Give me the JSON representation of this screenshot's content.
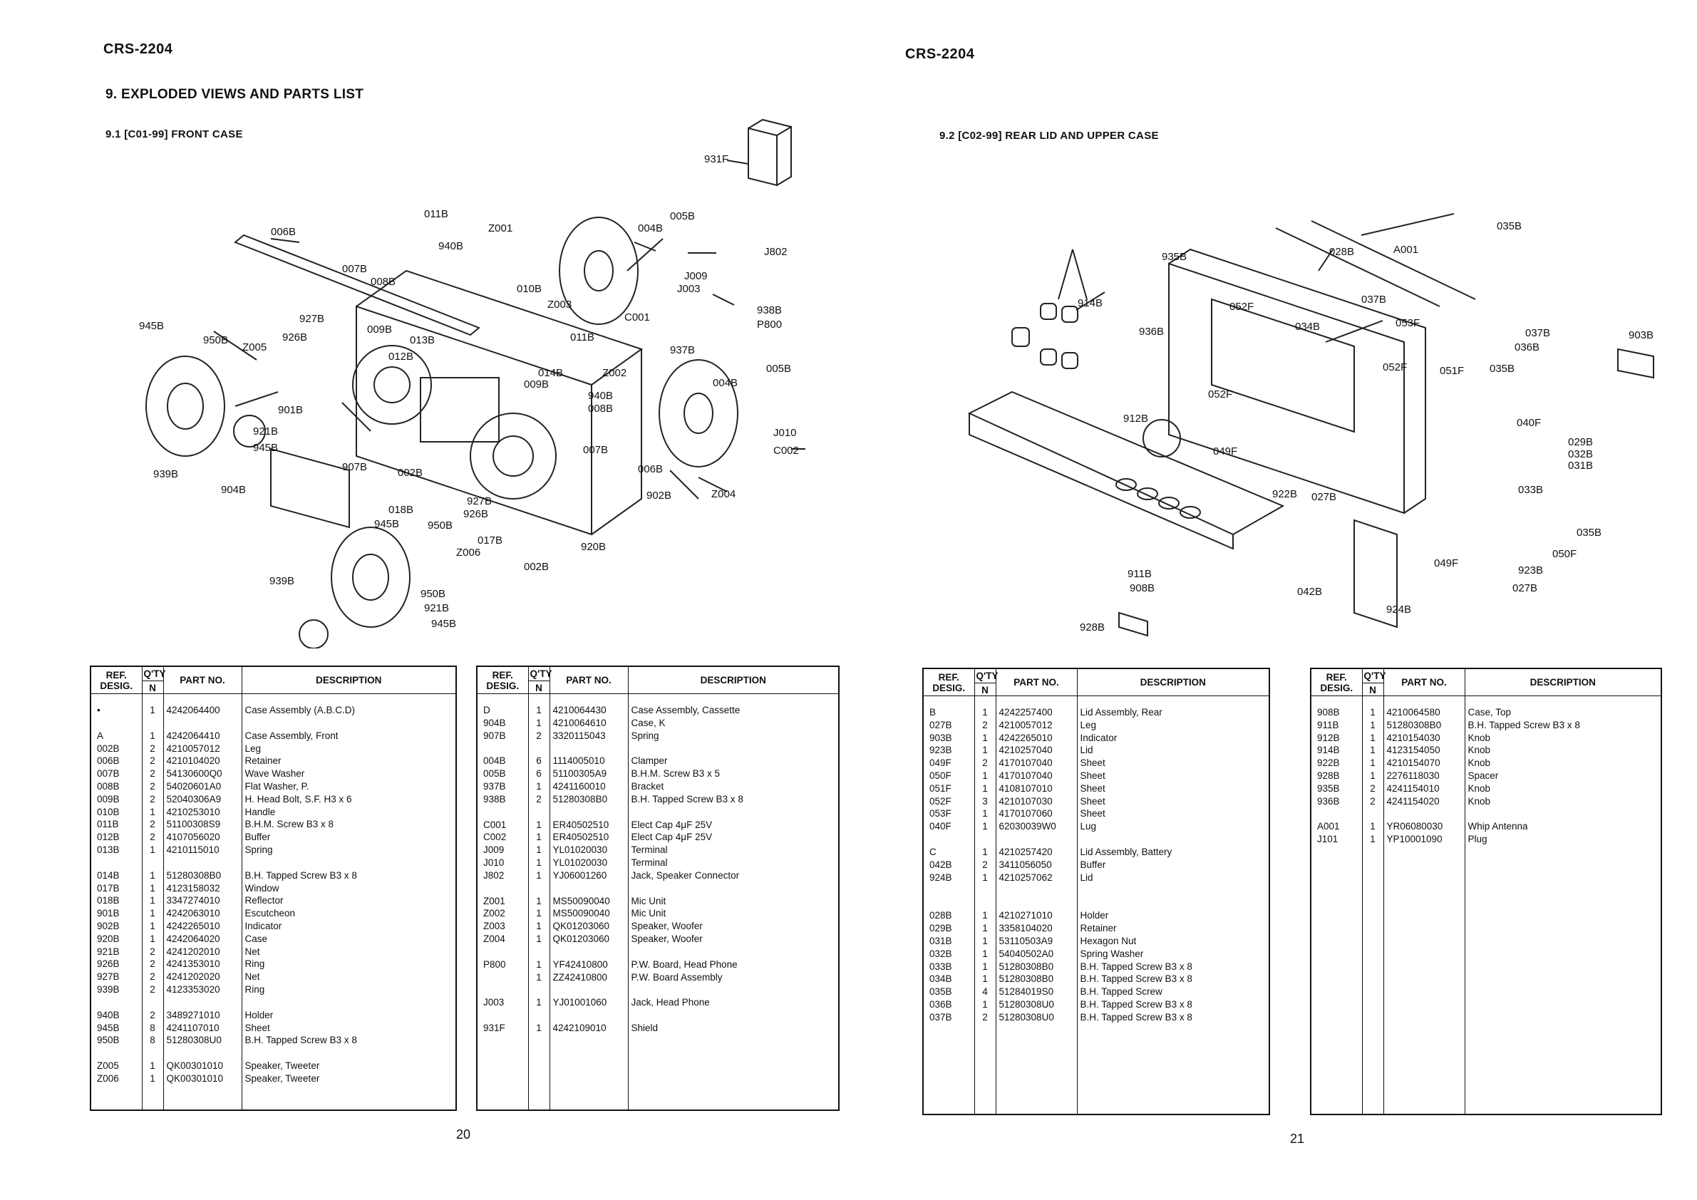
{
  "left_page": {
    "model": "CRS-2204",
    "section_title": "9. EXPLODED VIEWS AND PARTS LIST",
    "subsection_title": "9.1 [C01-99] FRONT CASE",
    "page_number": "20",
    "diagram_labels": [
      "931F",
      "006B",
      "011B",
      "Z001",
      "940B",
      "005B",
      "004B",
      "J802",
      "007B",
      "008B",
      "J009",
      "010B",
      "J003",
      "Z003",
      "938B",
      "P800",
      "C001",
      "945B",
      "927B",
      "950B",
      "926B",
      "Z005",
      "009B",
      "013B",
      "011B",
      "012B",
      "937B",
      "014B",
      "005B",
      "009B",
      "Z002",
      "004B",
      "940B",
      "008B",
      "901B",
      "921B",
      "945B",
      "007B",
      "J010",
      "C002",
      "939B",
      "907B",
      "002B",
      "006B",
      "904B",
      "927B",
      "926B",
      "902B",
      "Z004",
      "018B",
      "945B",
      "950B",
      "017B",
      "Z006",
      "920B",
      "002B",
      "939B",
      "950B",
      "921B",
      "945B"
    ]
  },
  "right_page": {
    "model": "CRS-2204",
    "subsection_title": "9.2 [C02-99] REAR LID AND UPPER CASE",
    "page_number": "21",
    "diagram_labels": [
      "035B",
      "028B",
      "A001",
      "935B",
      "037B",
      "914B",
      "052F",
      "936B",
      "034B",
      "053F",
      "037B",
      "036B",
      "903B",
      "052F",
      "051F",
      "035B",
      "052F",
      "912B",
      "049F",
      "040F",
      "029B",
      "032B",
      "031B",
      "922B",
      "027B",
      "033B",
      "035B",
      "050F",
      "049F",
      "923B",
      "911B",
      "027B",
      "908B",
      "042B",
      "924B",
      "928B"
    ]
  },
  "headers": {
    "ref": "REF. DESIG.",
    "qty": "Q'TY",
    "qty_n": "N",
    "part_no": "PART NO.",
    "description": "DESCRIPTION"
  },
  "tables": [
    {
      "rows": [
        {
          "ref": "•",
          "qty": "1",
          "part": "4242064400",
          "desc": "Case Assembly (A.B.C.D)"
        },
        {
          "gap": true
        },
        {
          "ref": "A",
          "qty": "1",
          "part": "4242064410",
          "desc": "Case Assembly, Front"
        },
        {
          "ref": "002B",
          "qty": "2",
          "part": "4210057012",
          "desc": "Leg"
        },
        {
          "ref": "006B",
          "qty": "2",
          "part": "4210104020",
          "desc": "Retainer"
        },
        {
          "ref": "007B",
          "qty": "2",
          "part": "54130600Q0",
          "desc": "Wave Washer"
        },
        {
          "ref": "008B",
          "qty": "2",
          "part": "54020601A0",
          "desc": "Flat Washer, P."
        },
        {
          "ref": "009B",
          "qty": "2",
          "part": "52040306A9",
          "desc": "H. Head Bolt, S.F.   H3 x 6"
        },
        {
          "ref": "010B",
          "qty": "1",
          "part": "4210253010",
          "desc": "Handle"
        },
        {
          "ref": "011B",
          "qty": "2",
          "part": "51100308S9",
          "desc": "B.H.M. Screw        B3 x 8"
        },
        {
          "ref": "012B",
          "qty": "2",
          "part": "4107056020",
          "desc": "Buffer"
        },
        {
          "ref": "013B",
          "qty": "1",
          "part": "4210115010",
          "desc": "Spring"
        },
        {
          "gap": true
        },
        {
          "ref": "014B",
          "qty": "1",
          "part": "51280308B0",
          "desc": "B.H. Tapped Screw  B3 x 8"
        },
        {
          "ref": "017B",
          "qty": "1",
          "part": "4123158032",
          "desc": "Window"
        },
        {
          "ref": "018B",
          "qty": "1",
          "part": "3347274010",
          "desc": "Reflector"
        },
        {
          "ref": "901B",
          "qty": "1",
          "part": "4242063010",
          "desc": "Escutcheon"
        },
        {
          "ref": "902B",
          "qty": "1",
          "part": "4242265010",
          "desc": "Indicator"
        },
        {
          "ref": "920B",
          "qty": "1",
          "part": "4242064020",
          "desc": "Case"
        },
        {
          "ref": "921B",
          "qty": "2",
          "part": "4241202010",
          "desc": "Net"
        },
        {
          "ref": "926B",
          "qty": "2",
          "part": "4241353010",
          "desc": "Ring"
        },
        {
          "ref": "927B",
          "qty": "2",
          "part": "4241202020",
          "desc": "Net"
        },
        {
          "ref": "939B",
          "qty": "2",
          "part": "4123353020",
          "desc": "Ring"
        },
        {
          "gap": true
        },
        {
          "ref": "940B",
          "qty": "2",
          "part": "3489271010",
          "desc": "Holder"
        },
        {
          "ref": "945B",
          "qty": "8",
          "part": "4241107010",
          "desc": "Sheet"
        },
        {
          "ref": "950B",
          "qty": "8",
          "part": "51280308U0",
          "desc": "B.H. Tapped Screw  B3 x 8"
        },
        {
          "gap": true
        },
        {
          "ref": "Z005",
          "qty": "1",
          "part": "QK00301010",
          "desc": "Speaker, Tweeter"
        },
        {
          "ref": "Z006",
          "qty": "1",
          "part": "QK00301010",
          "desc": "Speaker, Tweeter"
        }
      ]
    },
    {
      "rows": [
        {
          "ref": "D",
          "qty": "1",
          "part": "4210064430",
          "desc": "Case Assembly, Cassette"
        },
        {
          "ref": "904B",
          "qty": "1",
          "part": "4210064610",
          "desc": "Case, K"
        },
        {
          "ref": "907B",
          "qty": "2",
          "part": "3320115043",
          "desc": "Spring"
        },
        {
          "gap": true
        },
        {
          "ref": "004B",
          "qty": "6",
          "part": "1114005010",
          "desc": "Clamper"
        },
        {
          "ref": "005B",
          "qty": "6",
          "part": "51100305A9",
          "desc": "B.H.M. Screw        B3 x 5"
        },
        {
          "ref": "937B",
          "qty": "1",
          "part": "4241160010",
          "desc": "Bracket"
        },
        {
          "ref": "938B",
          "qty": "2",
          "part": "51280308B0",
          "desc": "B.H. Tapped Screw  B3 x 8"
        },
        {
          "gap": true
        },
        {
          "ref": "C001",
          "qty": "1",
          "part": "ER40502510",
          "desc": "Elect Cap     4μF               25V"
        },
        {
          "ref": "C002",
          "qty": "1",
          "part": "ER40502510",
          "desc": "Elect Cap     4μF               25V"
        },
        {
          "ref": "J009",
          "qty": "1",
          "part": "YL01020030",
          "desc": "Terminal"
        },
        {
          "ref": "J010",
          "qty": "1",
          "part": "YL01020030",
          "desc": "Terminal"
        },
        {
          "ref": "J802",
          "qty": "1",
          "part": "YJ06001260",
          "desc": "Jack, Speaker Connector"
        },
        {
          "gap": true
        },
        {
          "ref": "Z001",
          "qty": "1",
          "part": "MS50090040",
          "desc": "Mic Unit"
        },
        {
          "ref": "Z002",
          "qty": "1",
          "part": "MS50090040",
          "desc": "Mic Unit"
        },
        {
          "ref": "Z003",
          "qty": "1",
          "part": "QK01203060",
          "desc": "Speaker, Woofer"
        },
        {
          "ref": "Z004",
          "qty": "1",
          "part": "QK01203060",
          "desc": "Speaker, Woofer"
        },
        {
          "gap": true
        },
        {
          "ref": "P800",
          "qty": "1",
          "part": "YF42410800",
          "desc": "P.W. Board, Head Phone"
        },
        {
          "ref": "",
          "qty": "1",
          "part": "ZZ42410800",
          "desc": "P.W. Board Assembly"
        },
        {
          "gap": true
        },
        {
          "ref": "J003",
          "qty": "1",
          "part": "YJ01001060",
          "desc": "Jack, Head Phone"
        },
        {
          "gap": true
        },
        {
          "ref": "931F",
          "qty": "1",
          "part": "4242109010",
          "desc": "Shield"
        }
      ]
    },
    {
      "rows": [
        {
          "ref": "B",
          "qty": "1",
          "part": "4242257400",
          "desc": "Lid Assembly, Rear"
        },
        {
          "ref": "027B",
          "qty": "2",
          "part": "4210057012",
          "desc": "Leg"
        },
        {
          "ref": "903B",
          "qty": "1",
          "part": "4242265010",
          "desc": "Indicator"
        },
        {
          "ref": "923B",
          "qty": "1",
          "part": "4210257040",
          "desc": "Lid"
        },
        {
          "ref": "049F",
          "qty": "2",
          "part": "4170107040",
          "desc": "Sheet"
        },
        {
          "ref": "050F",
          "qty": "1",
          "part": "4170107040",
          "desc": "Sheet"
        },
        {
          "ref": "051F",
          "qty": "1",
          "part": "4108107010",
          "desc": "Sheet"
        },
        {
          "ref": "052F",
          "qty": "3",
          "part": "4210107030",
          "desc": "Sheet"
        },
        {
          "ref": "053F",
          "qty": "1",
          "part": "4170107060",
          "desc": "Sheet"
        },
        {
          "ref": "040F",
          "qty": "1",
          "part": "62030039W0",
          "desc": "Lug"
        },
        {
          "gap": true
        },
        {
          "ref": "C",
          "qty": "1",
          "part": "4210257420",
          "desc": "Lid Assembly, Battery"
        },
        {
          "ref": "042B",
          "qty": "2",
          "part": "3411056050",
          "desc": "Buffer"
        },
        {
          "ref": "924B",
          "qty": "1",
          "part": "4210257062",
          "desc": "Lid"
        },
        {
          "gap": true
        },
        {
          "gap": true
        },
        {
          "ref": "028B",
          "qty": "1",
          "part": "4210271010",
          "desc": "Holder"
        },
        {
          "ref": "029B",
          "qty": "1",
          "part": "3358104020",
          "desc": "Retainer"
        },
        {
          "ref": "031B",
          "qty": "1",
          "part": "53110503A9",
          "desc": "Hexagon Nut"
        },
        {
          "ref": "032B",
          "qty": "1",
          "part": "54040502A0",
          "desc": "Spring Washer"
        },
        {
          "ref": "033B",
          "qty": "1",
          "part": "51280308B0",
          "desc": "B.H. Tapped Screw  B3 x 8"
        },
        {
          "ref": "034B",
          "qty": "1",
          "part": "51280308B0",
          "desc": "B.H. Tapped Screw  B3 x 8"
        },
        {
          "ref": "035B",
          "qty": "4",
          "part": "51284019S0",
          "desc": "B.H. Tapped Screw"
        },
        {
          "ref": "036B",
          "qty": "1",
          "part": "51280308U0",
          "desc": "B.H. Tapped Screw  B3 x 8"
        },
        {
          "ref": "037B",
          "qty": "2",
          "part": "51280308U0",
          "desc": "B.H. Tapped Screw  B3 x 8"
        }
      ]
    },
    {
      "rows": [
        {
          "ref": "908B",
          "qty": "1",
          "part": "4210064580",
          "desc": "Case, Top"
        },
        {
          "ref": "911B",
          "qty": "1",
          "part": "51280308B0",
          "desc": "B.H. Tapped Screw  B3 x 8"
        },
        {
          "ref": "912B",
          "qty": "1",
          "part": "4210154030",
          "desc": "Knob"
        },
        {
          "ref": "914B",
          "qty": "1",
          "part": "4123154050",
          "desc": "Knob"
        },
        {
          "ref": "922B",
          "qty": "1",
          "part": "4210154070",
          "desc": "Knob"
        },
        {
          "ref": "928B",
          "qty": "1",
          "part": "2276118030",
          "desc": "Spacer"
        },
        {
          "ref": "935B",
          "qty": "2",
          "part": "4241154010",
          "desc": "Knob"
        },
        {
          "ref": "936B",
          "qty": "2",
          "part": "4241154020",
          "desc": "Knob"
        },
        {
          "gap": true
        },
        {
          "ref": "A001",
          "qty": "1",
          "part": "YR06080030",
          "desc": "Whip Antenna"
        },
        {
          "ref": "J101",
          "qty": "1",
          "part": "YP10001090",
          "desc": "Plug"
        }
      ]
    }
  ]
}
